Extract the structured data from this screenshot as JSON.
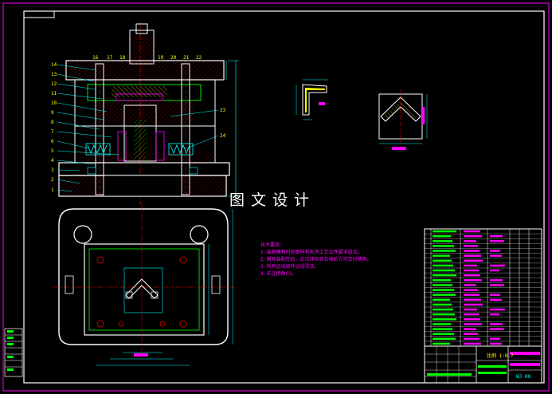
{
  "watermark": "图文设计",
  "notes": {
    "title": "技术要求:",
    "items": [
      "1. 装配模具时按图样和有关工艺文件要求组合。",
      "2. 模具装配完后，应试冲检验合格后方可交付使用。",
      "3. 所有运动部件运动灵活。",
      "4. 未注倒角C1。"
    ]
  },
  "title_block": {
    "scale": "比例 1:0.7",
    "drawing_no": "WJ-00"
  },
  "colors": {
    "background": "#000000",
    "frame": "#ffffff",
    "outline": "#ffffff",
    "hatch": "#ff0000",
    "part": "#00ff00",
    "dimension": "#00ffff",
    "leader": "#ff00ff",
    "accent": "#ffff00"
  },
  "part_numbers_left": [
    "14",
    "13",
    "12",
    "11",
    "10",
    "9",
    "8",
    "7",
    "6",
    "5",
    "4",
    "3",
    "2",
    "1"
  ],
  "part_numbers_top": [
    "16",
    "17",
    "18",
    "19",
    "20",
    "21",
    "22"
  ],
  "part_numbers_right": [
    "23",
    "24"
  ]
}
